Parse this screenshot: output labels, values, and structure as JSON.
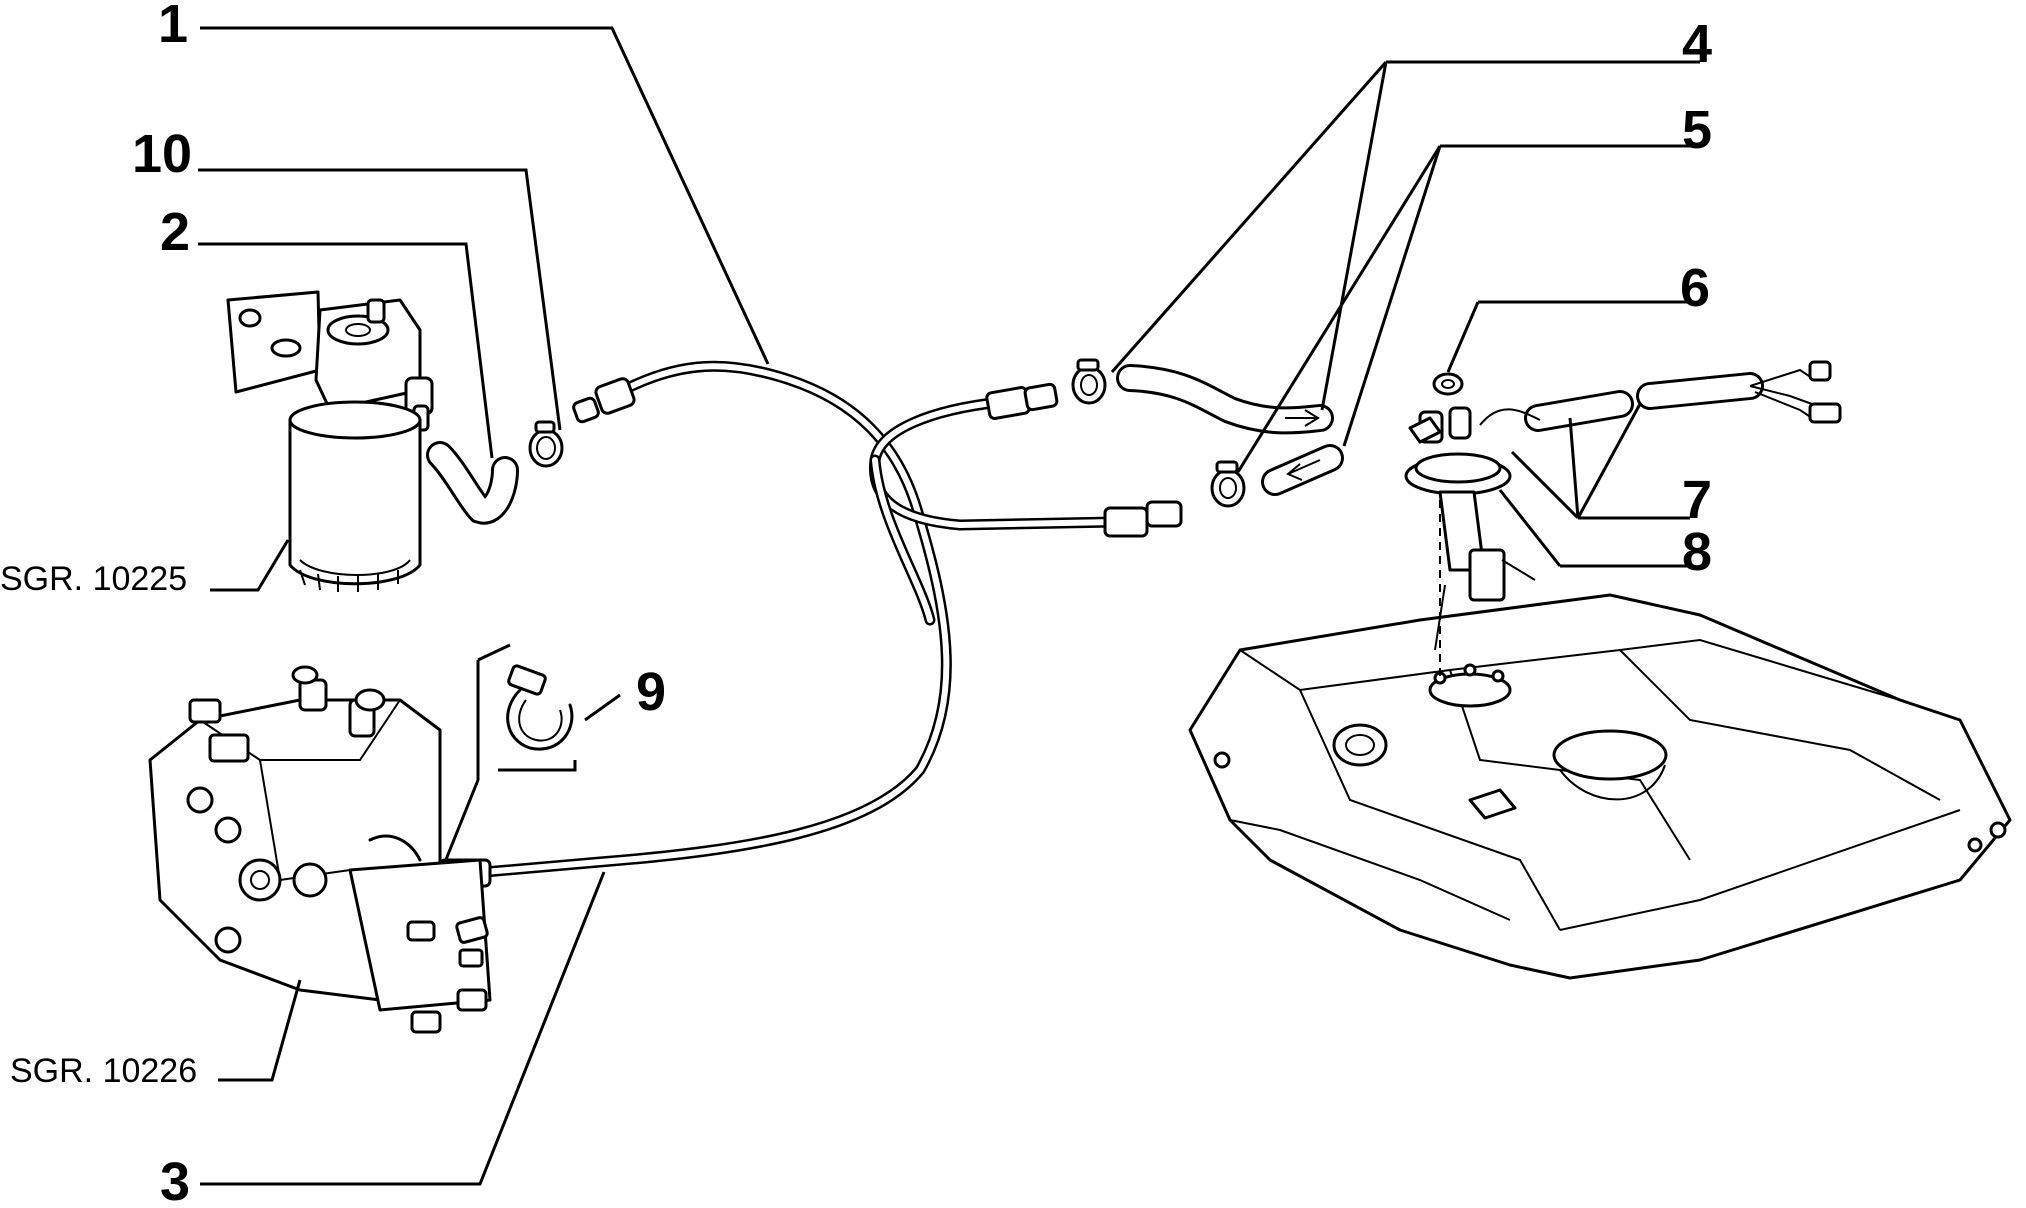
{
  "callouts": {
    "c1": "1",
    "c2": "2",
    "c3": "3",
    "c4": "4",
    "c5": "5",
    "c6": "6",
    "c7": "7",
    "c8": "8",
    "c9": "9",
    "c10": "10"
  },
  "references": {
    "filter_group": "SGR. 10225",
    "pump_group": "SGR. 10226"
  },
  "parts": {
    "fuel_filter": "fuel-filter",
    "injection_pump": "injection-pump",
    "fuel_tank": "fuel-tank",
    "sender_unit": "fuel-level-sender"
  }
}
